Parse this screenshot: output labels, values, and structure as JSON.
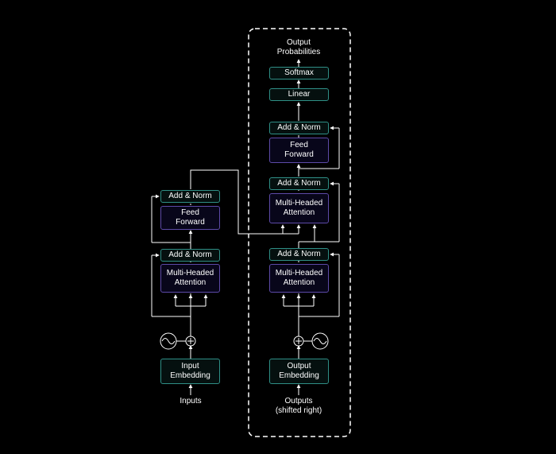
{
  "encoder": {
    "add_norm_top": "Add & Norm",
    "feed_forward": "Feed\nForward",
    "add_norm_bottom": "Add & Norm",
    "attention": "Multi-Headed\nAttention",
    "embedding": "Input\nEmbedding",
    "input_label": "Inputs"
  },
  "decoder": {
    "output_label": "Output\nProbabilities",
    "softmax": "Softmax",
    "linear": "Linear",
    "add_norm_top": "Add & Norm",
    "feed_forward": "Feed\nForward",
    "add_norm_mid": "Add & Norm",
    "cross_attention": "Multi-Headed\nAttention",
    "add_norm_bottom": "Add & Norm",
    "self_attention": "Multi-Headed\nAttention",
    "embedding": "Output\nEmbedding",
    "input_label": "Outputs\n(shifted right)"
  },
  "icons": {
    "positional_encoding": "sine-wave-icon",
    "add": "plus-circle-icon"
  },
  "colors": {
    "background": "#000000",
    "teal_border": "#2f8f86",
    "purple_border": "#5d4aa8",
    "line": "#ffffff"
  }
}
